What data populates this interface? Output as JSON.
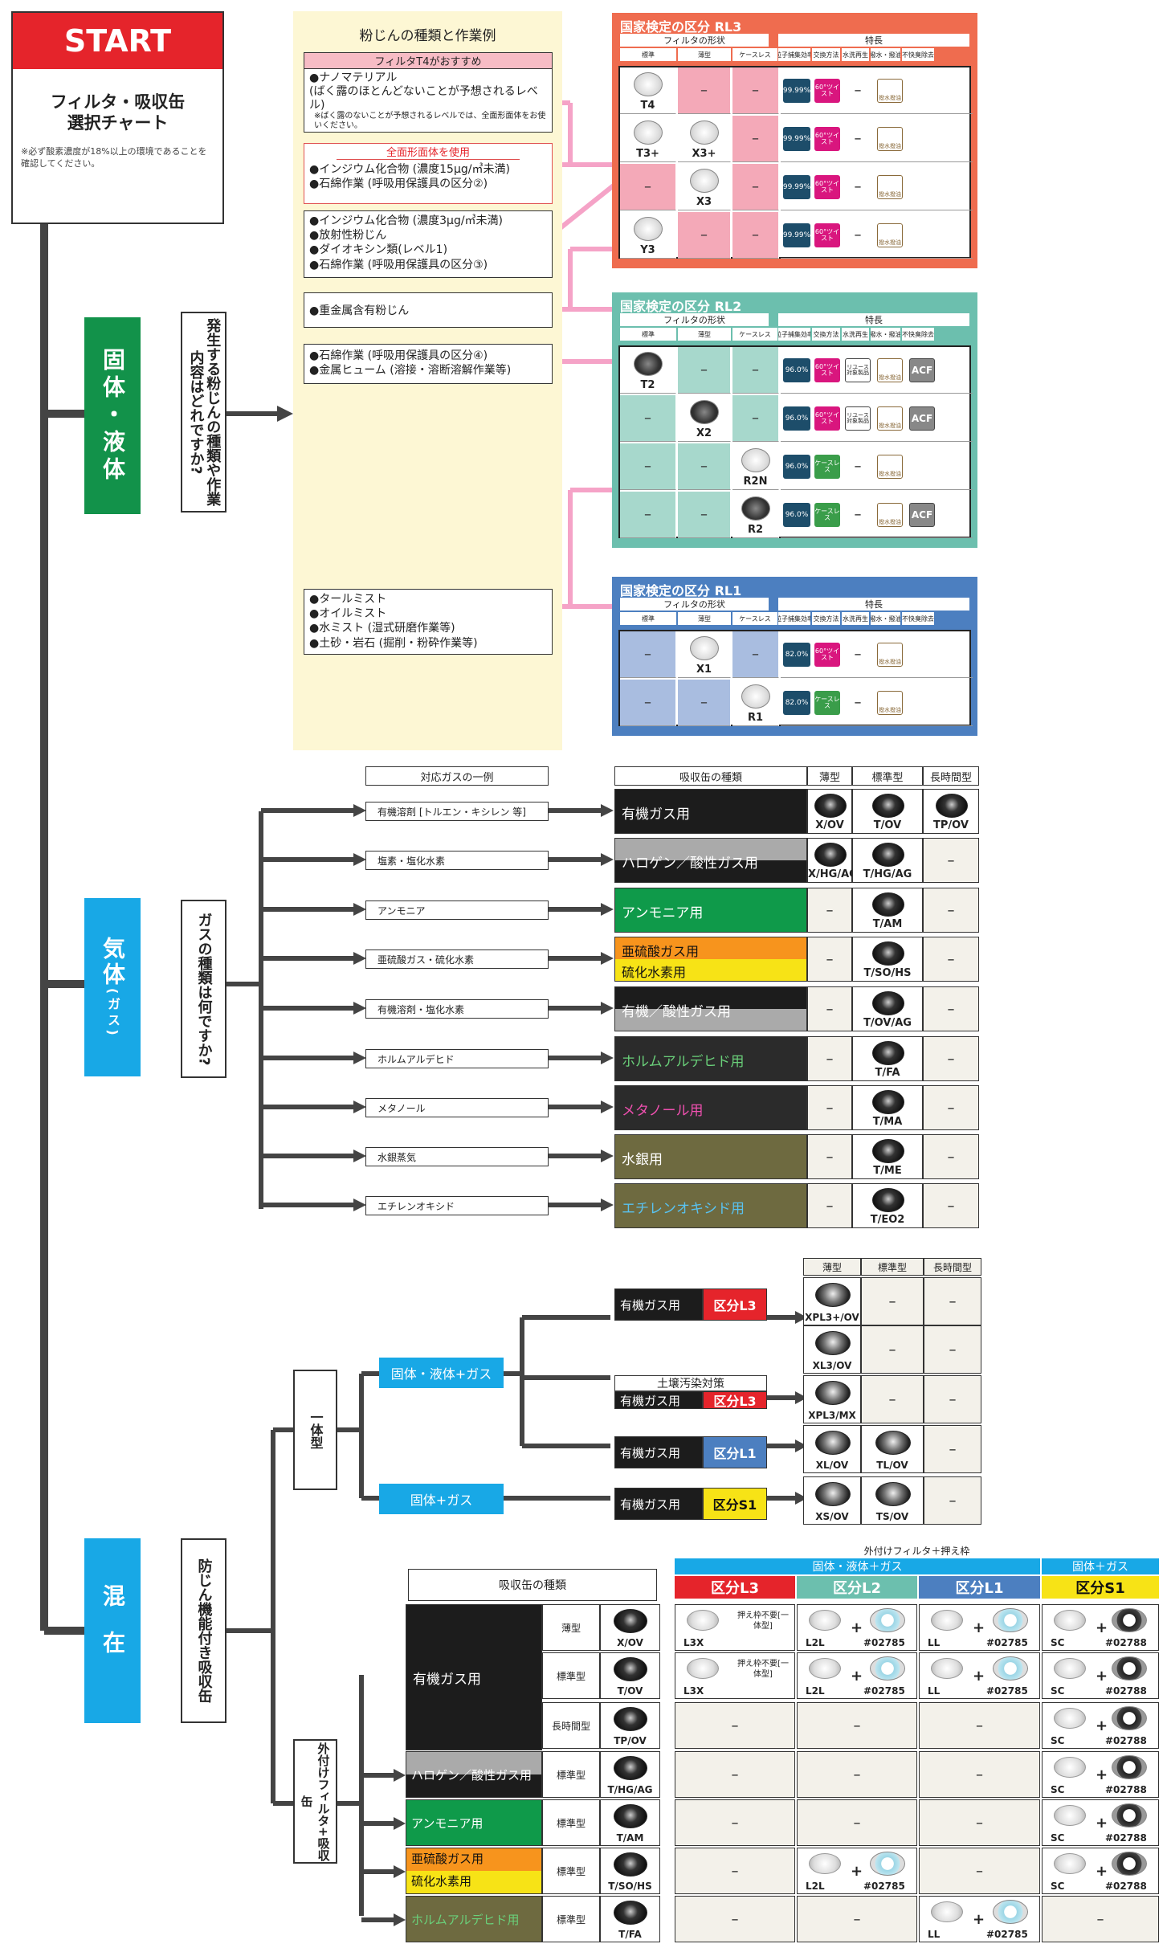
{
  "start": {
    "title": "START",
    "subtitle": "フィルタ・吸収缶\n選択チャート",
    "note": "※必ず酸素濃度が18%以上の環境であることを確認してください。"
  },
  "categories": {
    "solid": "固体・液体",
    "gas": "気体",
    "gas_sub": "(ガス)",
    "mixed": "混在"
  },
  "questions": {
    "solid": "発生する粉じんの種類や作業内容はどれですか?",
    "gas": "ガスの種類は何ですか?",
    "mixed": "防じん機能付き吸収缶"
  },
  "dust": {
    "panel_title": "粉じんの種類と作業例",
    "groups": [
      {
        "header": "フィルタT4がおすすめ",
        "lines": [
          "●ナノマテリアル",
          "(ばく露のほとんどないことが予想されるレベル)"
        ],
        "note": "※ばく露のないことが予想されるレベルでは、全面形面体をお使いください。"
      },
      {
        "header": "全面形面体を使用",
        "lines": [
          "●インジウム化合物 (濃度15μg/㎥未満)",
          "●石綿作業 (呼吸用保護具の区分②)"
        ]
      },
      {
        "lines": [
          "●インジウム化合物 (濃度3μg/㎥未満)",
          "●放射性粉じん",
          "●ダイオキシン類(レベル1)",
          "●石綿作業 (呼吸用保護具の区分③)"
        ]
      },
      {
        "lines": [
          "●重金属含有粉じん"
        ]
      },
      {
        "lines": [
          "●石綿作業 (呼吸用保護具の区分④)",
          "●金属ヒューム (溶接・溶断溶解作業等)"
        ]
      },
      {
        "lines": [
          "●タールミスト",
          "●オイルミスト",
          "●水ミスト (湿式研磨作業等)",
          "●土砂・岩石 (掘削・粉砕作業等)"
        ]
      }
    ]
  },
  "rl_tables": [
    {
      "title": "国家検定の区分 RL3",
      "color": "#ef6c4f",
      "subhead": "フィルタの形状",
      "feat": "特長",
      "cols": [
        "標準",
        "薄型",
        "ケースレス",
        "粒子捕集効率",
        "交換方法",
        "水洗再生",
        "撥水・撥油",
        "不快臭除去"
      ],
      "rows": [
        {
          "std": "T4",
          "thin": "–",
          "cl": "–",
          "dop": "99.99%",
          "twist": "60°ツイスト",
          "wash": "–",
          "soil": "撥水撥油",
          "acf": ""
        },
        {
          "std": "T3+",
          "thin": "X3+",
          "cl": "–",
          "dop": "99.99%",
          "twist": "60°ツイスト",
          "wash": "–",
          "soil": "撥水撥油",
          "acf": ""
        },
        {
          "std": "–",
          "thin": "X3",
          "cl": "–",
          "dop": "99.99%",
          "twist": "60°ツイスト",
          "wash": "–",
          "soil": "撥水撥油",
          "acf": ""
        },
        {
          "std": "Y3",
          "thin": "–",
          "cl": "–",
          "dop": "99.99%",
          "twist": "60°ツイスト",
          "wash": "–",
          "soil": "撥水撥油",
          "acf": ""
        }
      ]
    },
    {
      "title": "国家検定の区分 RL2",
      "color": "#6cbfae",
      "subhead": "フィルタの形状",
      "feat": "特長",
      "cols": [
        "標準",
        "薄型",
        "ケースレス",
        "粒子捕集効率",
        "交換方法",
        "水洗再生",
        "撥水・撥油",
        "不快臭除去"
      ],
      "rows": [
        {
          "std": "T2",
          "thin": "–",
          "cl": "–",
          "dop": "96.0%",
          "twist": "60°ツイスト",
          "wash": "リユース対象製品",
          "soil": "撥水撥油",
          "acf": "ACF"
        },
        {
          "std": "–",
          "thin": "X2",
          "cl": "–",
          "dop": "96.0%",
          "twist": "60°ツイスト",
          "wash": "リユース対象製品",
          "soil": "撥水撥油",
          "acf": "ACF"
        },
        {
          "std": "–",
          "thin": "–",
          "cl": "R2N",
          "dop": "96.0%",
          "twist": "ケースレス",
          "wash": "–",
          "soil": "撥水撥油",
          "acf": ""
        },
        {
          "std": "–",
          "thin": "–",
          "cl": "R2",
          "dop": "96.0%",
          "twist": "ケースレス",
          "wash": "–",
          "soil": "撥水撥油",
          "acf": "ACF"
        }
      ]
    },
    {
      "title": "国家検定の区分 RL1",
      "color": "#4c7fc0",
      "subhead": "フィルタの形状",
      "feat": "特長",
      "cols": [
        "標準",
        "薄型",
        "ケースレス",
        "粒子捕集効率",
        "交換方法",
        "水洗再生",
        "撥水・撥油",
        "不快臭除去"
      ],
      "rows": [
        {
          "std": "–",
          "thin": "X1",
          "cl": "–",
          "dop": "82.0%",
          "twist": "60°ツイスト",
          "wash": "–",
          "soil": "撥水撥油",
          "acf": ""
        },
        {
          "std": "–",
          "thin": "–",
          "cl": "R1",
          "dop": "82.0%",
          "twist": "ケースレス",
          "wash": "–",
          "soil": "撥水撥油",
          "acf": ""
        }
      ]
    }
  ],
  "gas": {
    "head_example": "対応ガスの一例",
    "head_type": "吸収缶の種類",
    "head_cols": [
      "薄型",
      "標準型",
      "長時間型"
    ],
    "rows": [
      {
        "gas": "有機溶剤 [トルエン・キシレン 等]",
        "type": "有機ガス用",
        "bg": "#1c1c1c",
        "thin": "X/OV",
        "std": "T/OV",
        "long": "TP/OV"
      },
      {
        "gas": "塩素・塩化水素",
        "type": "ハロゲン／酸性ガス用",
        "bg": "split-gray",
        "thin": "X/HG/AG",
        "std": "T/HG/AG",
        "long": "–"
      },
      {
        "gas": "アンモニア",
        "type": "アンモニア用",
        "bg": "#0f9a4a",
        "thin": "–",
        "std": "T/AM",
        "long": "–"
      },
      {
        "gas": "亜硫酸ガス・硫化水素",
        "type": "亜硫酸ガス用",
        "type2": "硫化水素用",
        "bg": "split-oy",
        "thin": "–",
        "std": "T/SO/HS",
        "long": "–"
      },
      {
        "gas": "有機溶剤・塩化水素",
        "type": "有機／酸性ガス用",
        "bg": "split-bg",
        "thin": "–",
        "std": "T/OV/AG",
        "long": "–"
      },
      {
        "gas": "ホルムアルデヒド",
        "type": "ホルムアルデヒド用",
        "bg": "#2b2b2b",
        "fg": "#6ad07a",
        "thin": "–",
        "std": "T/FA",
        "long": "–"
      },
      {
        "gas": "メタノール",
        "type": "メタノール用",
        "bg": "#2b2b2b",
        "fg": "#f050b0",
        "thin": "–",
        "std": "T/MA",
        "long": "–"
      },
      {
        "gas": "水銀蒸気",
        "type": "水銀用",
        "bg": "#6e6a40",
        "thin": "–",
        "std": "T/ME",
        "long": "–"
      },
      {
        "gas": "エチレンオキシド",
        "type": "エチレンオキシド用",
        "bg": "#6e6a40",
        "fg": "#59c2f0",
        "thin": "–",
        "std": "T/EO2",
        "long": "–"
      }
    ]
  },
  "mixed": {
    "integral": "一体型",
    "branch1": "固体・液体+ガス",
    "branch2": "固体+ガス",
    "cols": [
      "薄型",
      "標準型",
      "長時間型"
    ],
    "rows": [
      {
        "pre": "",
        "type": "有機ガス用",
        "cls": "区分L3",
        "clscolor": "#e5242b",
        "thin": "XPL3+/OV",
        "std": "–",
        "long": "–"
      },
      {
        "pre": "",
        "type": "",
        "cls": "",
        "clscolor": "",
        "thin": "XL3/OV",
        "std": "–",
        "long": "–"
      },
      {
        "pre": "土壌汚染対策",
        "type": "有機ガス用",
        "cls": "区分L3",
        "clscolor": "#e5242b",
        "thin": "XPL3/MX",
        "std": "–",
        "long": "–"
      },
      {
        "pre": "",
        "type": "有機ガス用",
        "cls": "区分L1",
        "clscolor": "#4c7fc0",
        "thin": "XL/OV",
        "std": "TL/OV",
        "long": "–"
      },
      {
        "pre": "",
        "type": "有機ガス用",
        "cls": "区分S1",
        "clscolor": "#f7e316",
        "thin": "XS/OV",
        "std": "TS/OV",
        "long": "–"
      }
    ],
    "ext": {
      "label": "外付けフィルタ+吸収缶",
      "head": "吸収缶の種類",
      "ext_head": "外付けフィルタ＋押え枠",
      "grp1": "固体・液体＋ガス",
      "grp2": "固体＋ガス",
      "classes": [
        {
          "t": "区分L3",
          "c": "#e5242b"
        },
        {
          "t": "区分L2",
          "c": "#6cbfae"
        },
        {
          "t": "区分L1",
          "c": "#4c7fc0"
        },
        {
          "t": "区分S1",
          "c": "#f7e316"
        }
      ],
      "rows": [
        {
          "type": "有機ガス用",
          "size": "薄型",
          "can": "X/OV",
          "l3": "L3X",
          "l3note": "押え枠不要[一体型]",
          "l2": "L2L",
          "l2p": "#02785",
          "l1": "LL",
          "l1p": "#02785",
          "s1": "SC",
          "s1p": "#02788"
        },
        {
          "type": "",
          "size": "標準型",
          "can": "T/OV",
          "l3": "L3X",
          "l3note": "押え枠不要[一体型]",
          "l2": "L2L",
          "l2p": "#02785",
          "l1": "LL",
          "l1p": "#02785",
          "s1": "SC",
          "s1p": "#02788"
        },
        {
          "type": "",
          "size": "長時間型",
          "can": "TP/OV",
          "l3": "–",
          "l2": "–",
          "l1": "–",
          "s1": "SC",
          "s1p": "#02788"
        },
        {
          "type": "ハロゲン／酸性ガス用",
          "size": "標準型",
          "can": "T/HG/AG",
          "l3": "–",
          "l2": "–",
          "l1": "–",
          "s1": "SC",
          "s1p": "#02788"
        },
        {
          "type": "アンモニア用",
          "size": "標準型",
          "can": "T/AM",
          "l3": "–",
          "l2": "–",
          "l1": "–",
          "s1": "SC",
          "s1p": "#02788"
        },
        {
          "type": "亜硫酸ガス用",
          "type2": "硫化水素用",
          "size": "標準型",
          "can": "T/SO/HS",
          "l3": "–",
          "l2": "L2L",
          "l2p": "#02785",
          "l1": "–",
          "s1": "SC",
          "s1p": "#02788"
        },
        {
          "type": "ホルムアルデヒド用",
          "size": "標準型",
          "can": "T/FA",
          "l3": "–",
          "l2": "–",
          "l1": "LL",
          "l1p": "#02785",
          "s1": "–"
        }
      ]
    }
  },
  "colors": {
    "solid": "#12924a",
    "gas": "#18a8e6",
    "mixed": "#18a8e6",
    "pink": "#f5a3c7"
  }
}
